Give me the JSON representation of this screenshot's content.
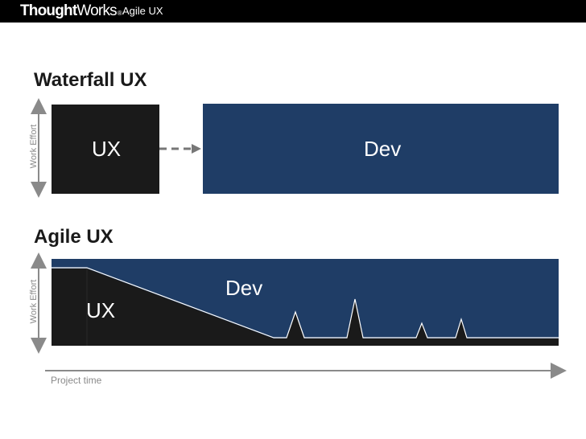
{
  "header": {
    "logo_bold": "Thought",
    "logo_thin": "Works",
    "logo_mark": "®",
    "title": "Agile UX"
  },
  "waterfall": {
    "title": "Waterfall UX",
    "axis_label": "Work Effort",
    "ux_label": "UX",
    "dev_label": "Dev"
  },
  "agile": {
    "title": "Agile UX",
    "axis_label": "Work Effort",
    "ux_label": "UX",
    "dev_label": "Dev"
  },
  "time_axis": {
    "label": "Project time"
  },
  "colors": {
    "ux": "#1a1a1a",
    "dev": "#1f3d66",
    "axis": "#8a8a8a",
    "arrow": "#777777"
  }
}
